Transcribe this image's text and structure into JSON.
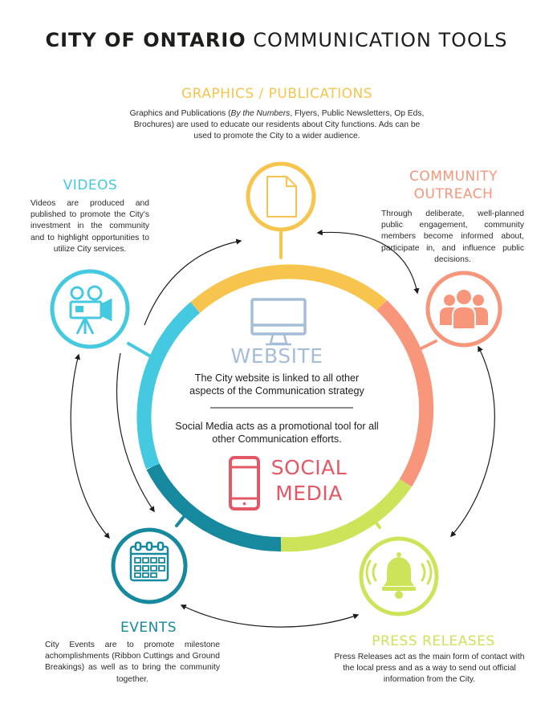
{
  "title": {
    "bold": "CITY OF ONTARIO",
    "rest": "COMMUNICATION TOOLS"
  },
  "colors": {
    "graphics": "#f7c54d",
    "outreach": "#f7967a",
    "press": "#cde35a",
    "events": "#17899e",
    "videos": "#45c9e0",
    "website": "#a6bdd9",
    "social": "#e25865",
    "arrow": "#1d1d1b"
  },
  "graphics": {
    "heading": "GRAPHICS / PUBLICATIONS",
    "text_before": "Graphics and Publications (",
    "text_italic": "By the Numbers",
    "text_after": ", Flyers, Public Newsletters, Op Eds, Brochures) are used to educate our residents about City functions. Ads can be used to promote the City to a wider audience.",
    "icon": "document-icon"
  },
  "outreach": {
    "heading_line1": "COMMUNITY",
    "heading_line2": "OUTREACH",
    "text": "Through deliberate, well-planned public engagement, community members become informed about, participate in, and influence public decisions.",
    "icon": "people-group-icon"
  },
  "videos": {
    "heading": "VIDEOS",
    "text": "Videos are produced and published to promote the City's investment in the community and to highlight opportunities to utilize City services.",
    "icon": "video-camera-icon"
  },
  "events": {
    "heading": "EVENTS",
    "text": "City Events are to promote milestone achomplishments (Ribbon Cuttings and Ground Breakings) as well as to bring the community together.",
    "icon": "calendar-icon"
  },
  "press": {
    "heading": "PRESS RELEASES",
    "text": "Press Releases act as the main form of contact with the local press and as a way to send out official information from the City.",
    "icon": "bell-icon"
  },
  "website": {
    "heading": "WEBSITE",
    "text": "The City website is linked to all other aspects of the Communication strategy",
    "icon": "monitor-icon"
  },
  "social": {
    "heading_line1": "SOCIAL",
    "heading_line2": "MEDIA",
    "text": "Social Media acts as a promotional tool for all other Communication efforts.",
    "icon": "smartphone-icon"
  }
}
